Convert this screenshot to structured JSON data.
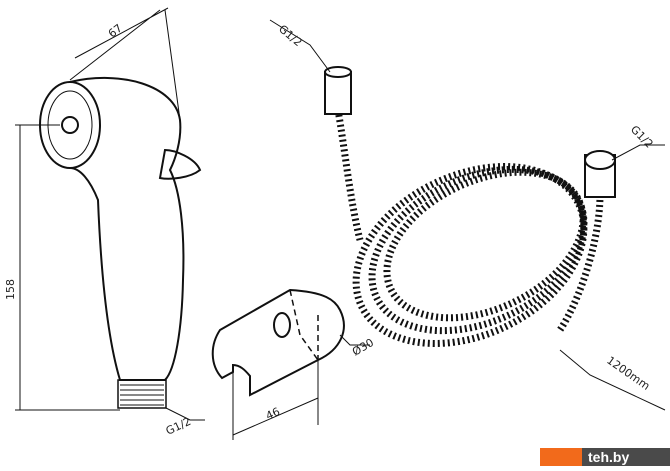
{
  "labels": {
    "handle_width": "67",
    "handle_height": "158",
    "handle_thread": "G1/2",
    "holder_width": "46",
    "holder_diameter": "Ø30",
    "hose_thread_top": "G1/2",
    "hose_thread_right": "G1/2",
    "hose_length": "1200mm"
  },
  "watermark": {
    "text": "teh.by"
  },
  "colors": {
    "line": "#111111",
    "watermark_orange": "#f26a1b",
    "watermark_gray": "#4a4a4a"
  }
}
